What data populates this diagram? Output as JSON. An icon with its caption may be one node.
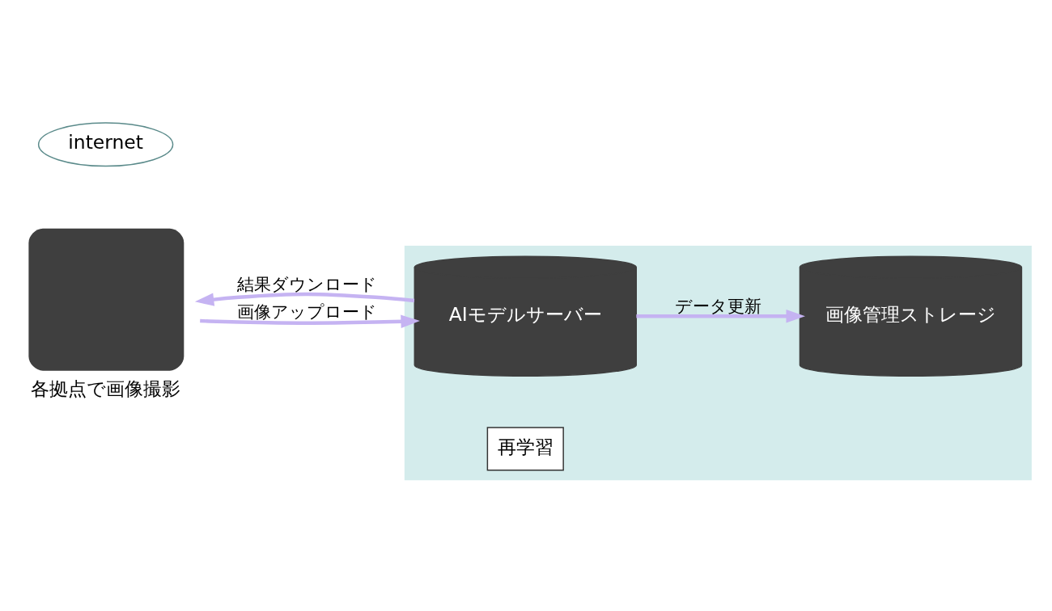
{
  "diagram": {
    "nodes": [
      {
        "text": [],
        "shape": "box"
      },
      {
        "text": [],
        "shape": "box",
        "beside": [
          "各拠点で画像撮影"
        ]
      },
      {
        "text": [
          "internet"
        ]
      },
      {
        "text": [
          "AIモデルサーバー"
        ],
        "in": 0
      },
      {
        "text": [
          "画像管理ストレージ"
        ],
        "in": 0
      },
      {
        "text": [
          "再学習"
        ],
        "in": 0
      }
    ],
    "edges": [
      {
        "from": 1,
        "to": 3,
        "arrow": "to",
        "label": "画像アップロード"
      },
      {
        "from": 3,
        "to": 1,
        "arrow": "to",
        "label": "結果ダウンロード"
      },
      {
        "from": 3,
        "to": 4,
        "arrow": "to",
        "label": "データ更新"
      }
    ]
  }
}
